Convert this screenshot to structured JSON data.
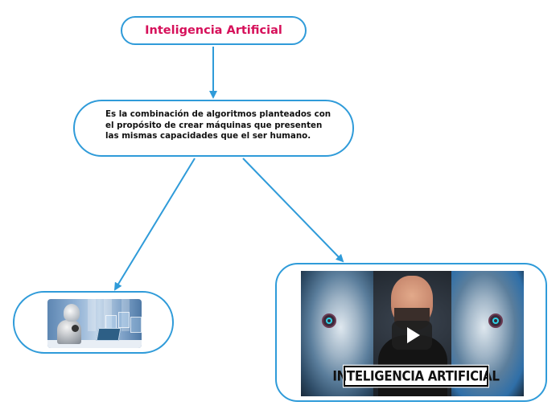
{
  "diagram": {
    "type": "concept-map",
    "colors": {
      "border": "#2f9bd9",
      "arrow": "#2f9bd9",
      "title_text": "#d6105a",
      "body_text": "#111111",
      "background": "#ffffff"
    },
    "nodes": {
      "title": {
        "text": "Inteligencia Artificial"
      },
      "definition": {
        "text": " Es la combinación de algoritmos planteados con el propósito de crear máquinas que presenten las mismas capacidades que el ser humano."
      },
      "image_node": {
        "image": "robot-using-laptop-image"
      },
      "video_node": {
        "image": "video-thumbnail",
        "thumbnail_caption": "INTELIGENCIA ARTIFICIAL",
        "play_icon": "play-icon"
      }
    },
    "edges": [
      {
        "from": "title",
        "to": "definition"
      },
      {
        "from": "definition",
        "to": "image_node"
      },
      {
        "from": "definition",
        "to": "video_node"
      }
    ]
  }
}
